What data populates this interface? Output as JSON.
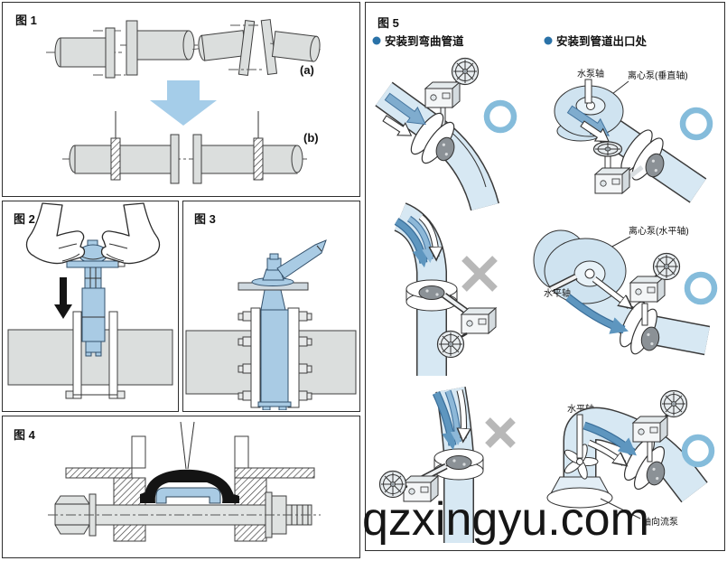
{
  "figures": {
    "fig1": {
      "title": "图 1",
      "label_a": "(a)",
      "label_b": "(b)"
    },
    "fig2": {
      "title": "图 2"
    },
    "fig3": {
      "title": "图 3"
    },
    "fig4": {
      "title": "图 4"
    },
    "fig5": {
      "title": "图 5",
      "sections": [
        {
          "label": "安装到弯曲管道"
        },
        {
          "label": "安装到管道出口处"
        }
      ],
      "labels": {
        "pump_shaft": "水泵轴",
        "centrifugal_vertical": "离心泵(垂直轴)",
        "centrifugal_horizontal": "离心泵(水平轴)",
        "horizontal_shaft_mid": "水平轴",
        "horizontal_shaft_bottom": "水平轴",
        "axial_pump": "轴向流泵"
      },
      "cells": [
        {
          "id": "valve-upstream-of-bend",
          "result": "correct"
        },
        {
          "id": "outlet-of-vertical-axis-centrifugal-pump",
          "result": "correct"
        },
        {
          "id": "valve-right-after-bend-wheel-right",
          "result": "incorrect"
        },
        {
          "id": "outlet-of-horizontal-axis-centrifugal-pump",
          "result": "correct"
        },
        {
          "id": "valve-right-after-bend-wheel-left",
          "result": "incorrect"
        },
        {
          "id": "outlet-of-axial-flow-pump",
          "result": "correct"
        }
      ]
    }
  },
  "watermark": "qzxingyu.com",
  "colors": {
    "valve_blue": "#a9cbe4",
    "pipe_gray": "#dbdedd",
    "fig5_pipe_blue": "#d7e8f3",
    "flow_arrow_blue": "#7facce",
    "ok_ring_blue": "#85bcdb",
    "ng_cross_gray": "#b8b8b8",
    "bullet_blue": "#2a72a8",
    "big_arrow_blue": "#a5cde9"
  }
}
